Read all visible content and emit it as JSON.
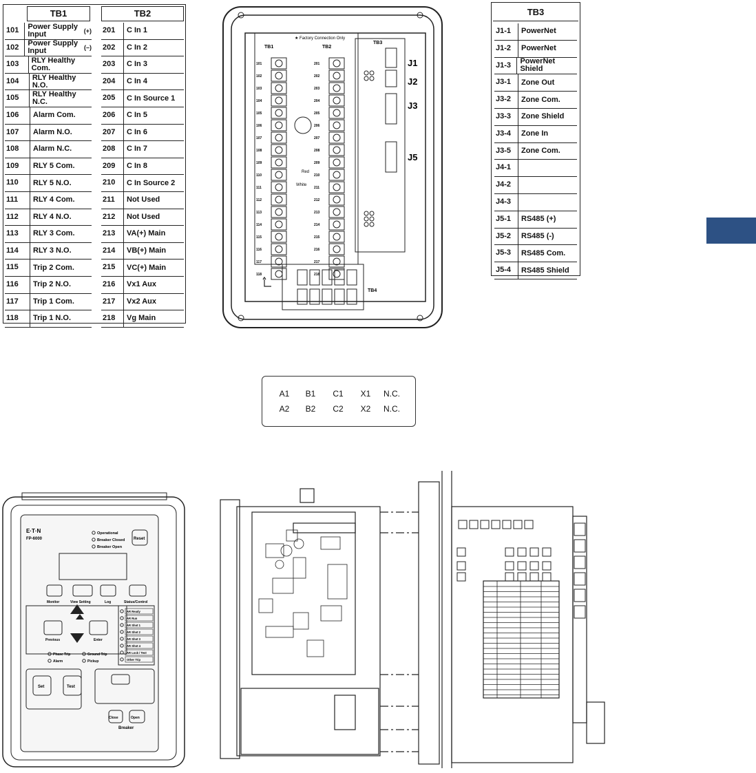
{
  "tb1": {
    "title": "TB1",
    "rows": [
      {
        "num": "101",
        "label": "Power Supply Input",
        "suffix": "(+)"
      },
      {
        "num": "102",
        "label": "Power Supply Input",
        "suffix": "(–)"
      },
      {
        "num": "103",
        "label": "RLY Healthy Com.",
        "suffix": ""
      },
      {
        "num": "104",
        "label": "RLY Healthy N.O.",
        "suffix": ""
      },
      {
        "num": "105",
        "label": "RLY Healthy N.C.",
        "suffix": ""
      },
      {
        "num": "106",
        "label": "Alarm Com.",
        "suffix": ""
      },
      {
        "num": "107",
        "label": "Alarm N.O.",
        "suffix": ""
      },
      {
        "num": "108",
        "label": "Alarm N.C.",
        "suffix": ""
      },
      {
        "num": "109",
        "label": "RLY 5 Com.",
        "suffix": ""
      },
      {
        "num": "110",
        "label": "RLY 5 N.O.",
        "suffix": ""
      },
      {
        "num": "111",
        "label": "RLY 4 Com.",
        "suffix": ""
      },
      {
        "num": "112",
        "label": "RLY 4 N.O.",
        "suffix": ""
      },
      {
        "num": "113",
        "label": "RLY 3 Com.",
        "suffix": ""
      },
      {
        "num": "114",
        "label": "RLY 3 N.O.",
        "suffix": ""
      },
      {
        "num": "115",
        "label": "Trip 2 Com.",
        "suffix": ""
      },
      {
        "num": "116",
        "label": "Trip 2 N.O.",
        "suffix": ""
      },
      {
        "num": "117",
        "label": "Trip 1 Com.",
        "suffix": ""
      },
      {
        "num": "118",
        "label": "Trip 1 N.O.",
        "suffix": ""
      }
    ]
  },
  "tb2": {
    "title": "TB2",
    "rows": [
      {
        "num": "201",
        "label": "C In 1"
      },
      {
        "num": "202",
        "label": "C In 2"
      },
      {
        "num": "203",
        "label": "C In 3"
      },
      {
        "num": "204",
        "label": "C In 4"
      },
      {
        "num": "205",
        "label": "C In Source 1"
      },
      {
        "num": "206",
        "label": "C In 5"
      },
      {
        "num": "207",
        "label": "C In 6"
      },
      {
        "num": "208",
        "label": "C In 7"
      },
      {
        "num": "209",
        "label": "C In 8"
      },
      {
        "num": "210",
        "label": "C In Source 2"
      },
      {
        "num": "211",
        "label": "Not Used"
      },
      {
        "num": "212",
        "label": "Not Used"
      },
      {
        "num": "213",
        "label": "VA(+) Main"
      },
      {
        "num": "214",
        "label": "VB(+) Main"
      },
      {
        "num": "215",
        "label": "VC(+) Main"
      },
      {
        "num": "216",
        "label": "Vx1 Aux"
      },
      {
        "num": "217",
        "label": "Vx2 Aux"
      },
      {
        "num": "218",
        "label": "Vg Main"
      }
    ]
  },
  "tb3": {
    "title": "TB3",
    "rows": [
      {
        "num": "J1-1",
        "label": "PowerNet"
      },
      {
        "num": "J1-2",
        "label": "PowerNet"
      },
      {
        "num": "J1-3",
        "label": "PowerNet Shield"
      },
      {
        "num": "J3-1",
        "label": "Zone Out"
      },
      {
        "num": "J3-2",
        "label": "Zone Com."
      },
      {
        "num": "J3-3",
        "label": "Zone Shield"
      },
      {
        "num": "J3-4",
        "label": "Zone In"
      },
      {
        "num": "J3-5",
        "label": "Zone Com."
      },
      {
        "num": "J4-1",
        "label": ""
      },
      {
        "num": "J4-2",
        "label": ""
      },
      {
        "num": "J4-3",
        "label": ""
      },
      {
        "num": "J5-1",
        "label": "RS485 (+)"
      },
      {
        "num": "J5-2",
        "label": "RS485 (-)"
      },
      {
        "num": "J5-3",
        "label": "RS485 Com."
      },
      {
        "num": "J5-4",
        "label": "RS485 Shield"
      }
    ]
  },
  "rear_view": {
    "factory_note": "★ Factory Connection Only",
    "tb1_label": "TB1",
    "tb2_label": "TB2",
    "tb3_label": "TB3",
    "tb4_label": "TB4",
    "red_label": "Red",
    "white_label": "White",
    "j1": "J1",
    "j2": "J2",
    "j3": "J3",
    "j5": "J5"
  },
  "ct_block": {
    "row1": [
      "A1",
      "B1",
      "C1",
      "X1",
      "N.C."
    ],
    "row2": [
      "A2",
      "B2",
      "C2",
      "X2",
      "N.C."
    ]
  },
  "front_panel": {
    "brand": "E·T·N",
    "model": "FP-6000",
    "leds": [
      "Operational",
      "Breaker Closed",
      "Breaker Open"
    ],
    "reset": "Reset",
    "buttons": [
      "Monitor",
      "View Setting",
      "Log",
      "Status/Control"
    ],
    "previous": "Previous",
    "enter": "Enter",
    "status_leds": [
      "AR Ready",
      "AR Run",
      "AR Shot 1",
      "AR Shot 2",
      "AR Shot 3",
      "AR Shot 4",
      "AR Lock / Test",
      "Other Trip"
    ],
    "trip_leds": [
      "Phase Trip",
      "Ground Trip",
      "Alarm",
      "Pickup"
    ],
    "set": "Set",
    "test": "Test",
    "close": "Close",
    "open": "Open",
    "breaker": "Breaker"
  },
  "colors": {
    "accent_tab": "#2d5184",
    "line": "#222222"
  }
}
